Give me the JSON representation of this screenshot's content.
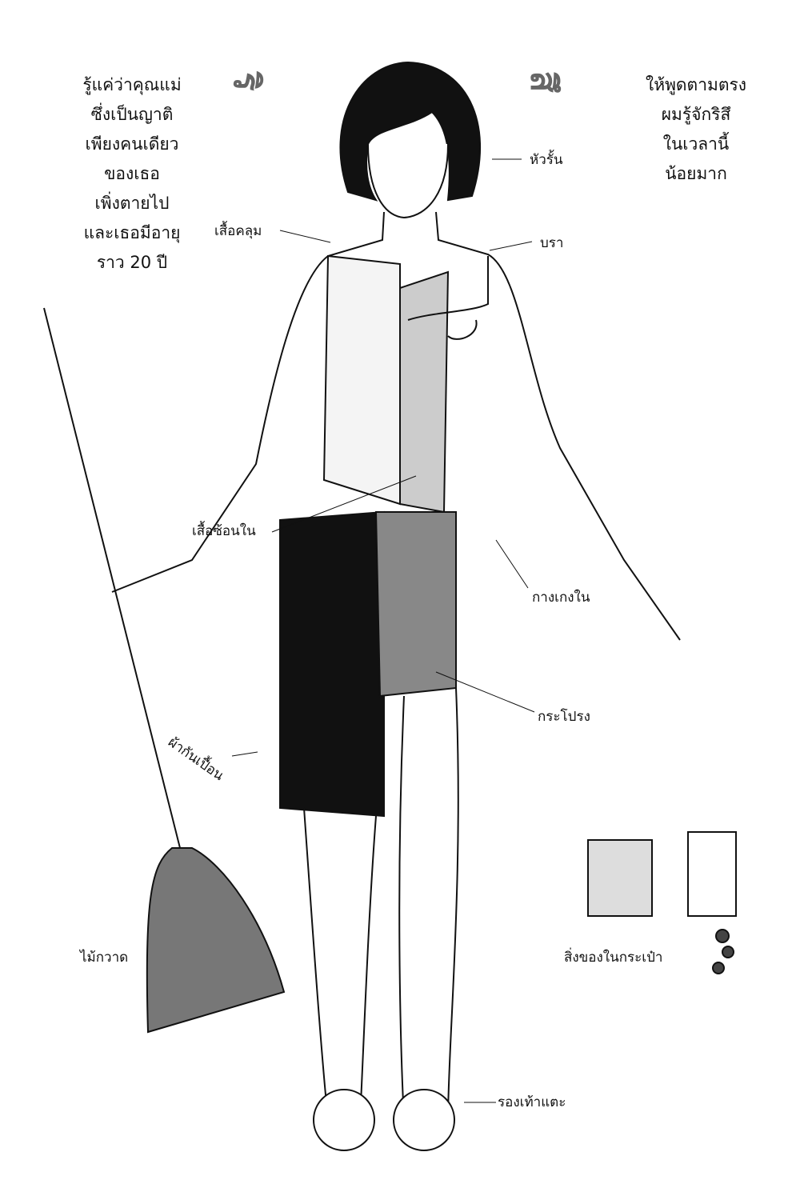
{
  "title": {
    "left": "ริ",
    "right": "สึ"
  },
  "left_text": "รู้แค่ว่าคุณแม่\nซึ่งเป็นญาติ\nเพียงคนเดียว\nของเธอ\nเพิ่งตายไป\nและเธอมีอายุ\nราว 20 ปี",
  "right_text": "ให้พูดตามตรง\nผมรู้จักริสึ\nในเวลานี้\nน้อยมาก",
  "labels": {
    "hair": "หัวรั้น",
    "cardigan": "เสื้อคลุม",
    "bra": "บรา",
    "inner_shirt": "เสื้อซ้อนใน",
    "underwear": "กางเกงใน",
    "skirt": "กระโปรง",
    "apron": "ผ้ากันเปื้อน",
    "broom": "ไม้กวาด",
    "bag_contents": "สิ่งของในกระเป๋า",
    "sandals": "รองเท้าแตะ"
  }
}
